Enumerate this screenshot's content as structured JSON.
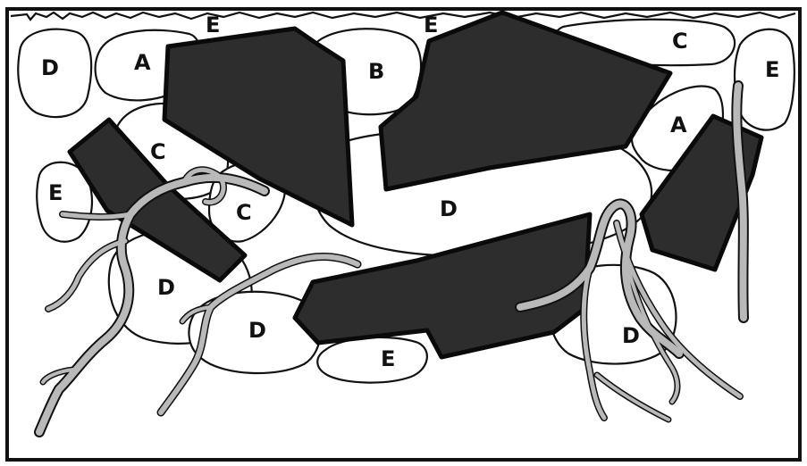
{
  "diagram": {
    "colors": {
      "rock_fill": "#2d2d2d",
      "root_fill": "#b9b9b9",
      "outline": "#111111",
      "background": "#ffffff"
    },
    "labels": {
      "d_top_left": "D",
      "a_top_left": "A",
      "e_top_left": "E",
      "e_top_middle": "E",
      "b_top_middle": "B",
      "c_top_right": "C",
      "e_right_edge": "E",
      "a_right": "A",
      "c_left": "C",
      "e_left": "E",
      "c_center_small": "C",
      "d_center": "D",
      "d_lower_left": "D",
      "d_lower_center": "D",
      "e_bottom": "E",
      "d_lower_right": "D"
    }
  }
}
